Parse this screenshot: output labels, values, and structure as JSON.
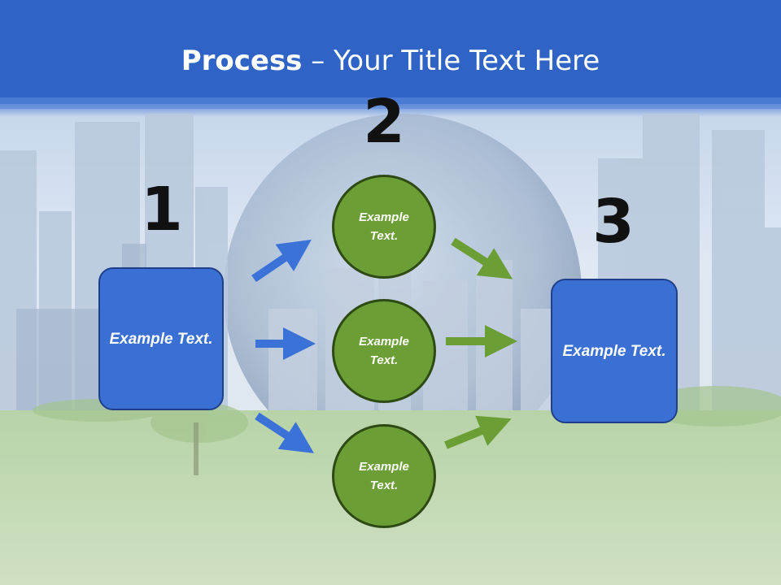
{
  "title": {
    "bold": "Process",
    "rest": " – Your Title Text Here"
  },
  "steps": {
    "num1": "1",
    "num2": "2",
    "num3": "3"
  },
  "left_box": {
    "text": "Example Text."
  },
  "circles": [
    {
      "text": "Example Text."
    },
    {
      "text": "Example Text."
    },
    {
      "text": "Example Text."
    }
  ],
  "right_box": {
    "text": "Example Text."
  },
  "colors": {
    "title_band": "#2f63c5",
    "box_fill": "#3a6fd3",
    "circle_fill": "#6b9e35",
    "blue_arrow": "#3a72d8",
    "green_arrow": "#6b9e35"
  }
}
